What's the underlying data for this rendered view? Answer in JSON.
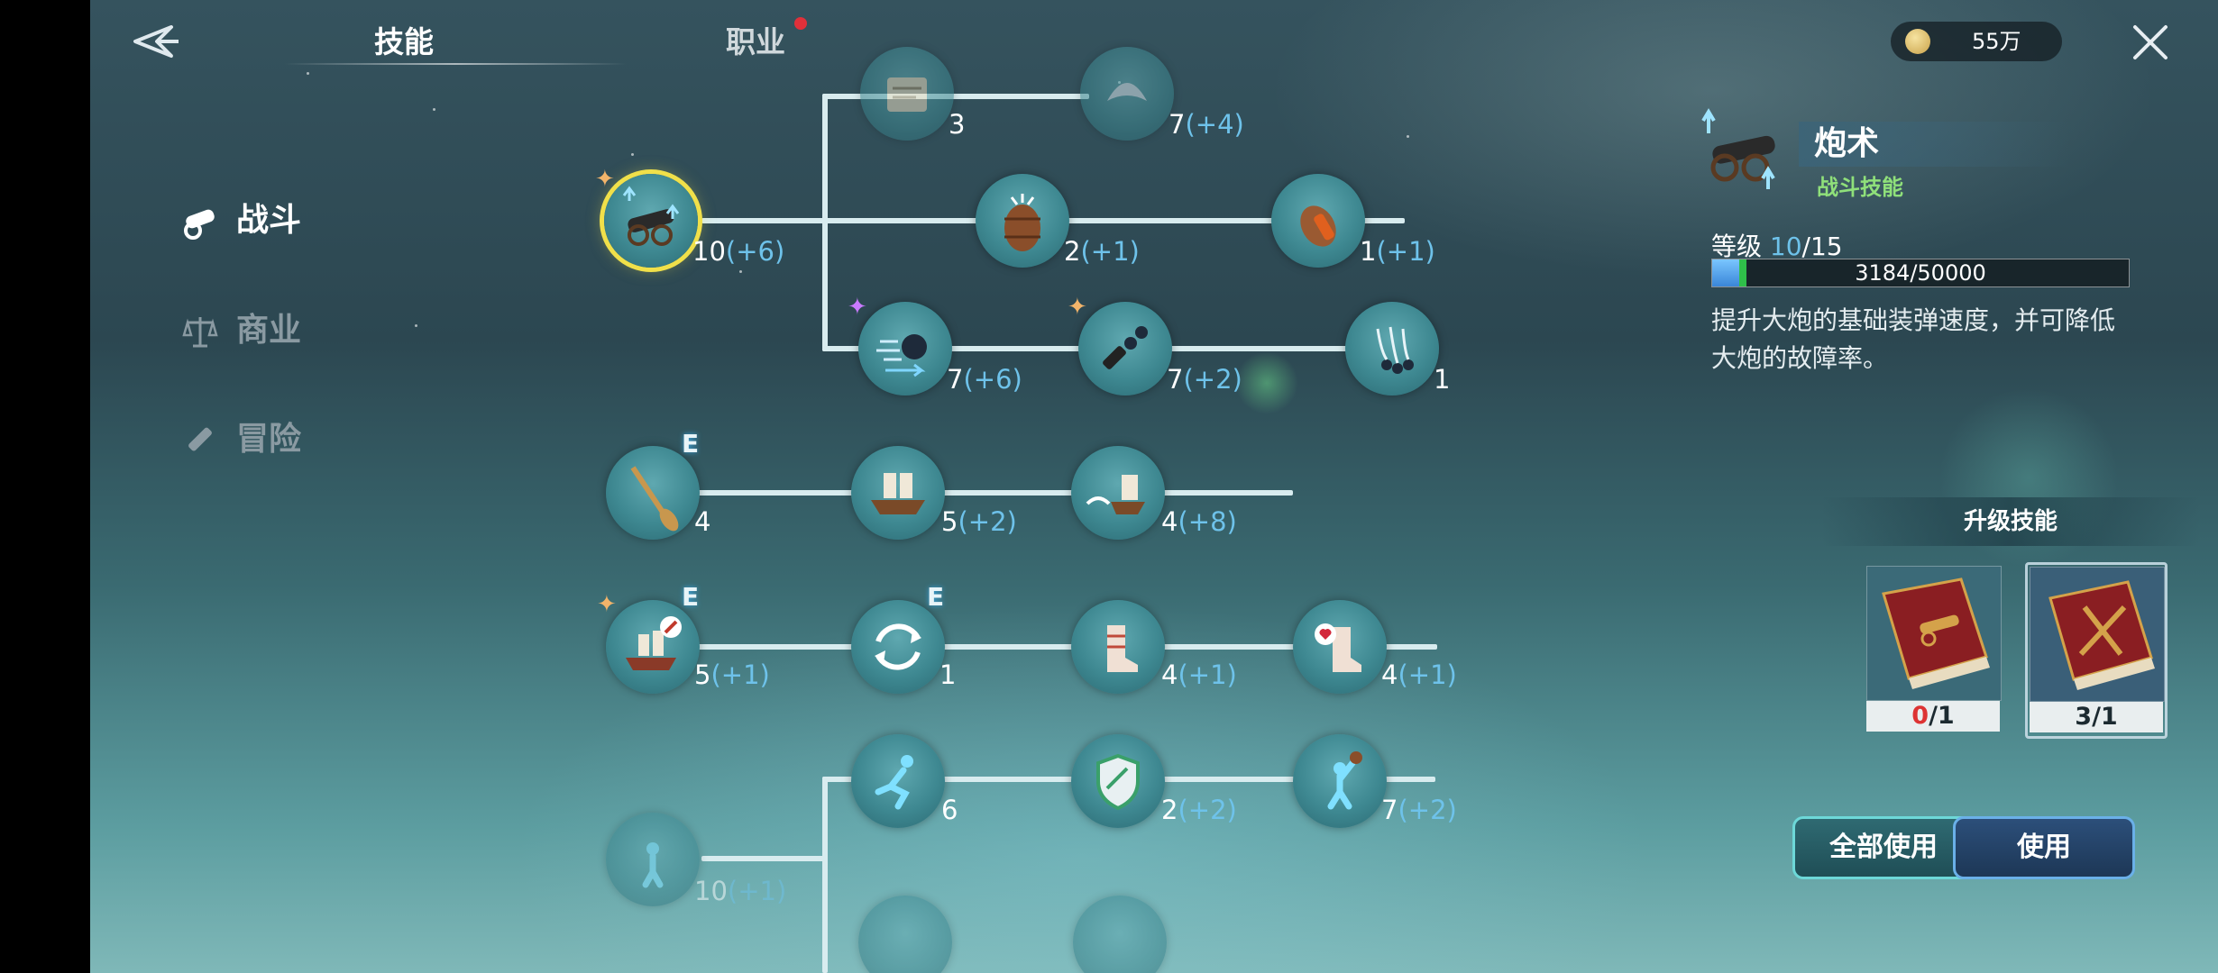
{
  "header": {
    "tabs": [
      {
        "label": "技能",
        "active": true
      },
      {
        "label": "职业",
        "active": false,
        "has_notification": true
      }
    ],
    "currency": {
      "icon": "gold-coin-icon",
      "value": "55万"
    }
  },
  "categories": [
    {
      "label": "战斗",
      "icon": "cannon-icon",
      "active": true
    },
    {
      "label": "商业",
      "icon": "scale-icon",
      "active": false
    },
    {
      "label": "冒险",
      "icon": "telescope-icon",
      "active": false
    }
  ],
  "skill_tree": {
    "nodes": [
      {
        "id": "n1",
        "icon": "map-icon",
        "level": "3",
        "bonus": ""
      },
      {
        "id": "n2",
        "icon": "wings-icon",
        "level": "7",
        "bonus": "(+4)"
      },
      {
        "id": "n3",
        "icon": "cannon-icon",
        "level": "10",
        "bonus": "(+6)",
        "selected": true
      },
      {
        "id": "n4",
        "icon": "powder-barrel-icon",
        "level": "2",
        "bonus": "(+1)"
      },
      {
        "id": "n5",
        "icon": "repair-icon",
        "level": "1",
        "bonus": "(+1)"
      },
      {
        "id": "n6",
        "icon": "cannonball-icon",
        "level": "7",
        "bonus": "(+6)"
      },
      {
        "id": "n7",
        "icon": "chain-shot-icon",
        "level": "7",
        "bonus": "(+2)"
      },
      {
        "id": "n8",
        "icon": "scatter-shot-icon",
        "level": "1",
        "bonus": ""
      },
      {
        "id": "n9",
        "icon": "oar-icon",
        "level": "4",
        "bonus": "",
        "badge": "E"
      },
      {
        "id": "n10",
        "icon": "ship-ram-icon",
        "level": "5",
        "bonus": "(+2)"
      },
      {
        "id": "n11",
        "icon": "ship-wake-icon",
        "level": "4",
        "bonus": "(+8)"
      },
      {
        "id": "n12",
        "icon": "ship-repair-icon",
        "level": "5",
        "bonus": "(+1)",
        "badge": "E"
      },
      {
        "id": "n13",
        "icon": "cycle-icon",
        "level": "1",
        "bonus": "",
        "badge": "E"
      },
      {
        "id": "n14",
        "icon": "bandage-icon",
        "level": "4",
        "bonus": "(+1)"
      },
      {
        "id": "n15",
        "icon": "heal-bandage-icon",
        "level": "4",
        "bonus": "(+1)"
      },
      {
        "id": "n16",
        "icon": "sprint-icon",
        "level": "6",
        "bonus": ""
      },
      {
        "id": "n17",
        "icon": "shield-icon",
        "level": "2",
        "bonus": "(+2)"
      },
      {
        "id": "n18",
        "icon": "thrower-icon",
        "level": "7",
        "bonus": "(+2)"
      },
      {
        "id": "n19",
        "icon": "power-up-icon",
        "level": "10",
        "bonus": "(+1)"
      }
    ]
  },
  "detail": {
    "icon": "cannon-icon",
    "name": "炮术",
    "type": "战斗技能",
    "level_prefix": "等级 ",
    "level_current": "10",
    "level_max": "/15",
    "xp_text": "3184/50000",
    "xp_fraction": 0.064,
    "description": "提升大炮的基础装弹速度，并可降低大炮的故障率。"
  },
  "upgrade": {
    "title": "升级技能",
    "books": [
      {
        "icon": "red-cannon-book-icon",
        "owned": "0",
        "need": "/1"
      },
      {
        "icon": "red-sword-book-icon",
        "owned": "3",
        "need": "/1"
      }
    ],
    "use_all_label": "全部使用",
    "use_label": "使用"
  },
  "colors": {
    "bonus": "#6ec2ea",
    "skill_type": "#8fe07a",
    "selected_ring": "#f0e04a"
  }
}
